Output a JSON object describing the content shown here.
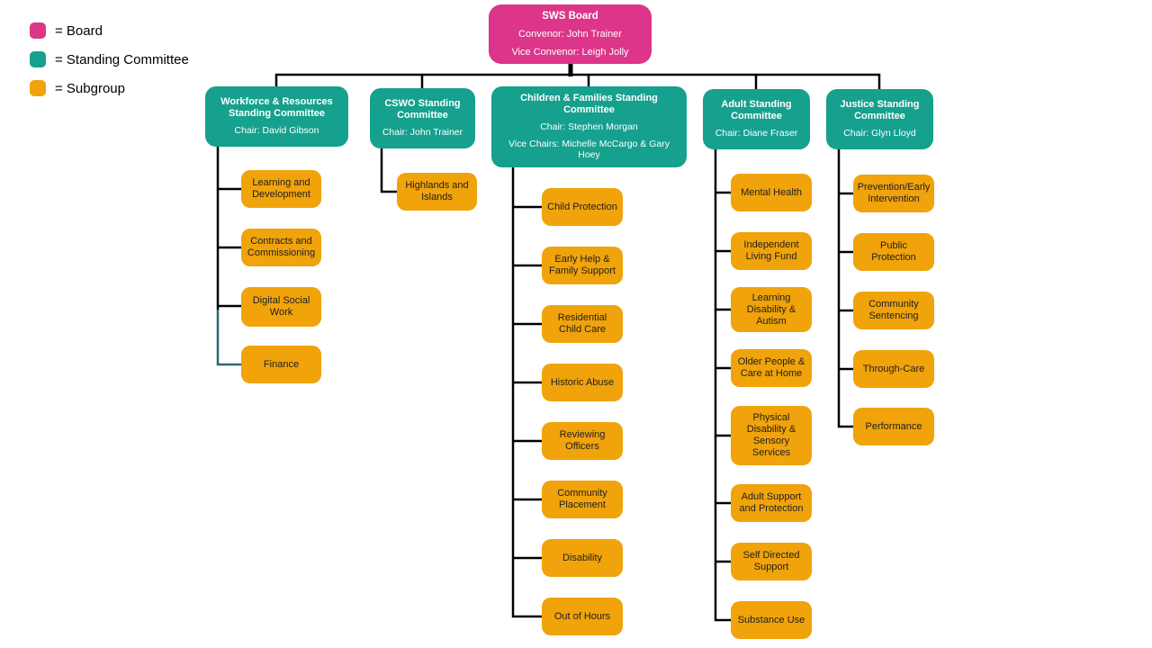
{
  "legend": {
    "items": [
      {
        "name": "board",
        "label": "= Board",
        "color": "#DC3589"
      },
      {
        "name": "standing-committee",
        "label": "= Standing Committee",
        "color": "#16A08E"
      },
      {
        "name": "subgroup",
        "label": "= Subgroup",
        "color": "#F0A30B"
      }
    ]
  },
  "board": {
    "title": "SWS Board",
    "convenor": "Convenor: John Trainer",
    "vice_convenor": "Vice Convenor: Leigh Jolly"
  },
  "committees": [
    {
      "title": "Workforce & Resources Standing Committee",
      "chair": "Chair: David Gibson",
      "subgroups": [
        "Learning and Development",
        "Contracts and Commissioning",
        "Digital Social Work",
        "Finance"
      ]
    },
    {
      "title": "CSWO Standing Committee",
      "chair": "Chair: John Trainer",
      "subgroups": [
        "Highlands and Islands"
      ]
    },
    {
      "title": "Children & Families Standing Committee",
      "chair": "Chair: Stephen Morgan",
      "vice_chairs": "Vice Chairs: Michelle McCargo & Gary Hoey",
      "subgroups": [
        "Child Protection",
        "Early Help & Family Support",
        "Residential Child Care",
        "Historic Abuse",
        "Reviewing Officers",
        "Community Placement",
        "Disability",
        "Out of Hours"
      ]
    },
    {
      "title": "Adult Standing Committee",
      "chair": "Chair: Diane Fraser",
      "subgroups": [
        "Mental Health",
        "Independent Living Fund",
        "Learning Disability & Autism",
        "Older People & Care at Home",
        "Physical Disability & Sensory Services",
        "Adult Support and Protection",
        "Self Directed Support",
        "Substance Use"
      ]
    },
    {
      "title": "Justice Standing Committee",
      "chair": "Chair: Glyn Lloyd",
      "subgroups": [
        "Prevention/Early Intervention",
        "Public Protection",
        "Community Sentencing",
        "Through-Care",
        "Performance"
      ]
    }
  ],
  "colors": {
    "board": "#DC3589",
    "standing_committee": "#16A08E",
    "subgroup": "#F0A30B",
    "connector": "#000000",
    "finance_connector": "#2E6875"
  }
}
